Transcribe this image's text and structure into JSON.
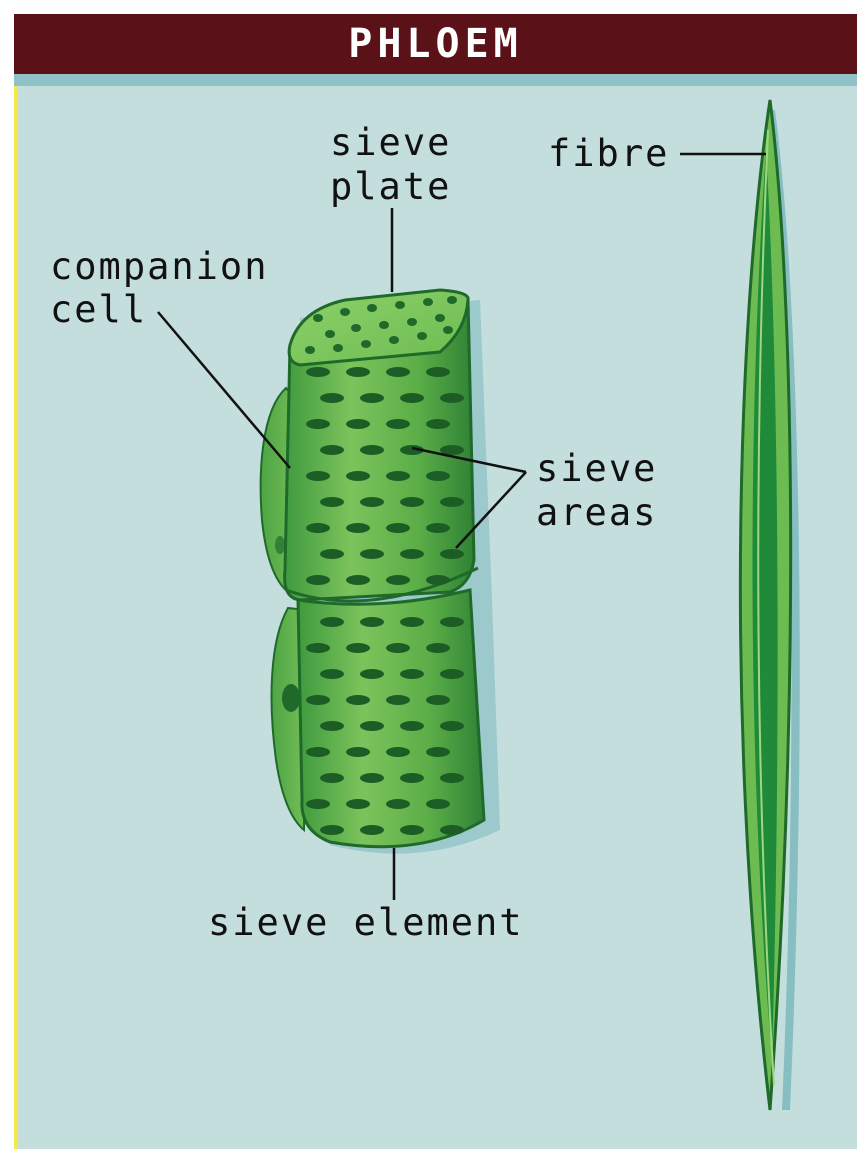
{
  "title": "PHLOEM",
  "labels": {
    "sieve_plate": [
      "sieve",
      "plate"
    ],
    "companion_cell": [
      "companion",
      "cell"
    ],
    "sieve_areas": [
      "sieve",
      "areas"
    ],
    "sieve_element": "sieve element",
    "fibre": "fibre"
  },
  "colors": {
    "title_bar": "#5a1118",
    "title_strip": "#8ec2c6",
    "background": "#c4dede",
    "cell_green": "#5fb04a",
    "cell_dark": "#1f6a2a",
    "edge_yellow": "#f4e84a"
  }
}
